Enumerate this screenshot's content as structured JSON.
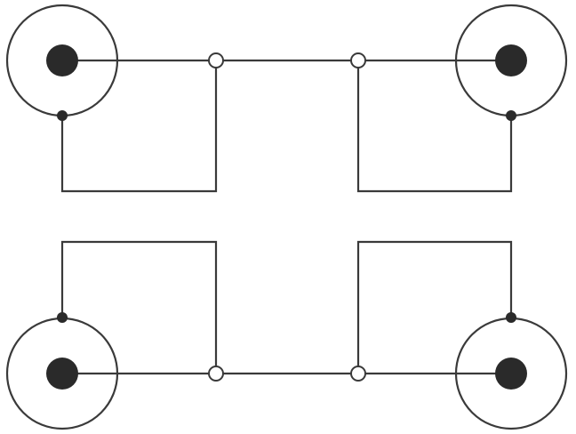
{
  "diagram": {
    "description_visible_text": "",
    "colors": {
      "background": "#ffffff",
      "line": "#3a3a3a",
      "connector_pin": "#2a2a2a"
    },
    "connectors": [
      {
        "id": "top-left",
        "type": "rca-jack"
      },
      {
        "id": "top-right",
        "type": "rca-jack"
      },
      {
        "id": "bottom-left",
        "type": "rca-jack"
      },
      {
        "id": "bottom-right",
        "type": "rca-jack"
      }
    ]
  }
}
